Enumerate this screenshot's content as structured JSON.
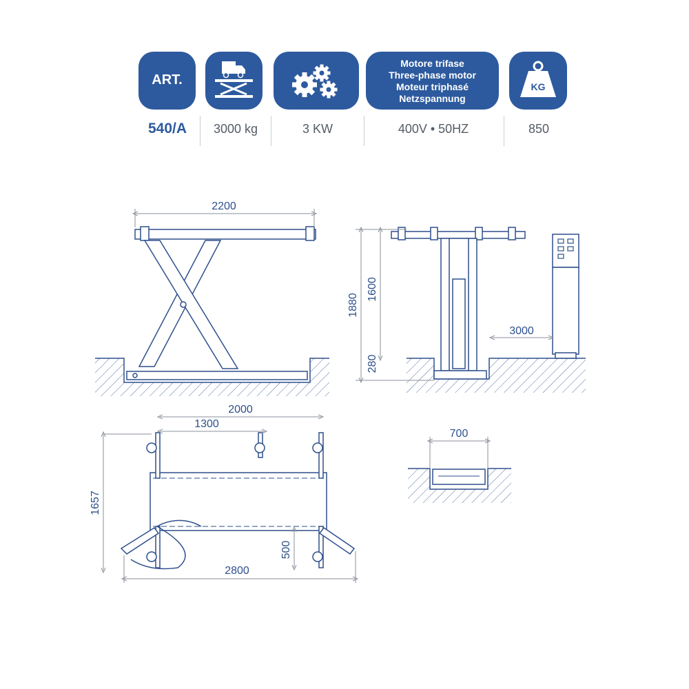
{
  "header": {
    "art_label": "ART.",
    "motor_lines": [
      "Motore trifase",
      "Three-phase motor",
      "Moteur triphasé",
      "Netzspannung"
    ],
    "kg_label": "KG"
  },
  "specs": {
    "model": "540/A",
    "capacity": "3000 kg",
    "power": "3 KW",
    "voltage": "400V • 50HZ",
    "weight": "850"
  },
  "dimensions": {
    "lift_length": "2200",
    "total_height": "1880",
    "lift_height": "1600",
    "min_height": "280",
    "capacity_mark": "3000",
    "base_length": "2000",
    "arm_spacing": "1300",
    "width": "1657",
    "arm_length": "500",
    "overall_length": "2800",
    "pit_width": "700"
  },
  "colors": {
    "brand_blue": "#2d5a9e",
    "line_blue": "#2e4f8c",
    "dim_grey": "#8a8f99",
    "separator": "#c9ced6"
  }
}
